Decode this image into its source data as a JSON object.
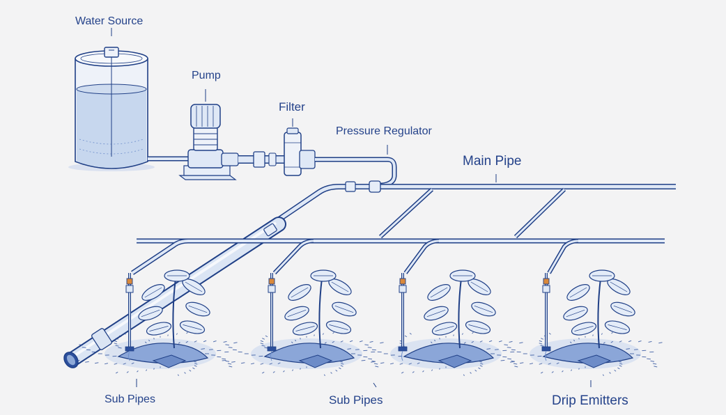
{
  "labels": {
    "water_source": "Water Source",
    "pump": "Pump",
    "filter": "Filter",
    "pressure_regulator": "Pressure Regulator",
    "main_pipe": "Main Pipe",
    "sub_pipes_left": "Sub Pipes",
    "sub_pipes_center": "Sub Pipes",
    "drip_emitters": "Drip Emitters"
  },
  "colors": {
    "ink": "#1f3f86",
    "pipe_fill": "#dfe8f6",
    "water": "#b9cdea",
    "soil": "#2c4f9c",
    "emitter_band": "#d9883a",
    "background": "#f3f3f4"
  },
  "counts": {
    "plants": 4,
    "emitters": 4
  }
}
